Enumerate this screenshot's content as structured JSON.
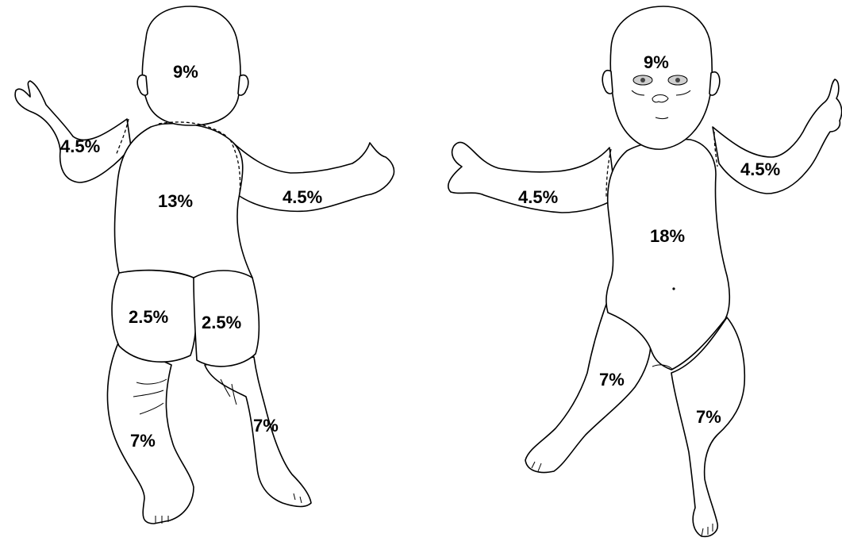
{
  "back_view": {
    "head": "9%",
    "right_arm": "4.5%",
    "left_arm": "4.5%",
    "trunk": "13%",
    "left_buttock": "2.5%",
    "right_buttock": "2.5%",
    "left_leg": "7%",
    "right_leg": "7%"
  },
  "front_view": {
    "head": "9%",
    "right_arm": "4.5%",
    "left_arm": "4.5%",
    "trunk": "18%",
    "right_leg": "7%",
    "left_leg": "7%"
  }
}
